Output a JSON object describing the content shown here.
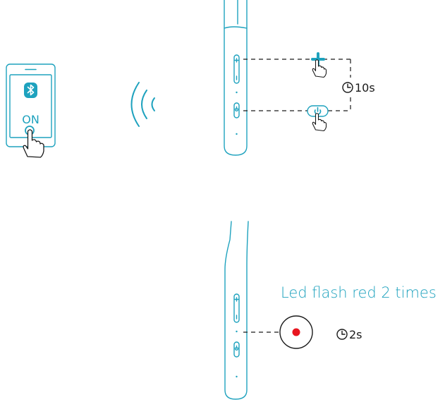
{
  "phone": {
    "bluetooth_icon": "bluetooth-icon",
    "on_label": "ON"
  },
  "signal_icon": "wireless-signal-icon",
  "step1": {
    "plus_button_icon": "plus-icon",
    "power_button_icon": "power-icon",
    "pointer_icon": "pointing-hand-icon",
    "timer_icon": "clock-icon",
    "timer_text": "10s"
  },
  "step2": {
    "led_caption": "Led flash red 2 times",
    "timer_icon": "clock-icon",
    "timer_text": "2s"
  },
  "colors": {
    "accent": "#1ea2be",
    "line": "#1a1a1a",
    "led_red": "#e8151f"
  }
}
